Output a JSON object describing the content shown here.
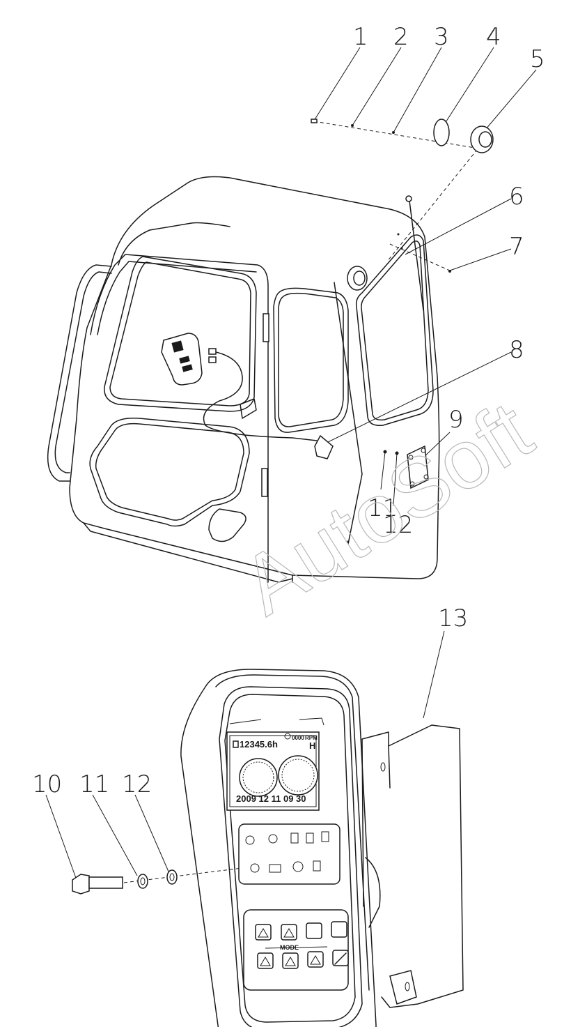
{
  "callouts": [
    "1",
    "2",
    "3",
    "4",
    "5",
    "6",
    "7",
    "8",
    "9",
    "10",
    "11",
    "12",
    "11",
    "12",
    "13"
  ],
  "monitor": {
    "hours": "12345.6h",
    "rpm_value": "0000",
    "rpm_unit": "RPM",
    "mode_letter": "H",
    "date_time": "2009  12  11   09  30",
    "mode_label": "MODE"
  },
  "watermark": "AutoSoft"
}
